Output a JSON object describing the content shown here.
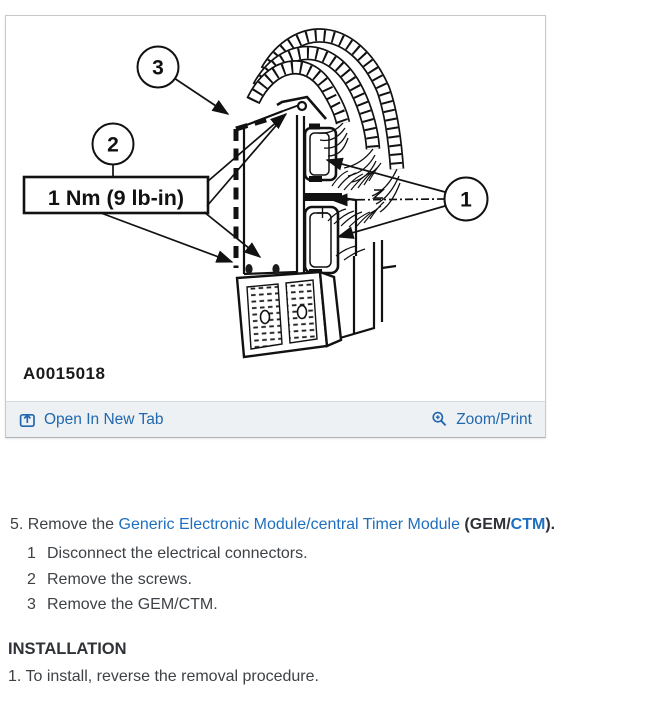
{
  "figure": {
    "id": "A0015018",
    "torque_label": "1 Nm (9 lb-in)",
    "callouts": [
      {
        "number": "1"
      },
      {
        "number": "2"
      },
      {
        "number": "3"
      }
    ],
    "footer": {
      "open_in_new_tab": "Open In New Tab",
      "zoom_print": "Zoom/Print"
    }
  },
  "procedure": {
    "removal_step": {
      "prefix": "5. Remove the ",
      "link_text": "Generic Electronic Module/central Timer Module",
      "paren_open": " (",
      "gem": "GEM/",
      "ctm": "CTM",
      "paren_close": ")."
    },
    "substeps": [
      {
        "num": "1",
        "text": "Disconnect the electrical connectors."
      },
      {
        "num": "2",
        "text": "Remove the screws."
      },
      {
        "num": "3",
        "text": "Remove the GEM/CTM."
      }
    ],
    "installation": {
      "heading": "INSTALLATION",
      "step": "1. To install, reverse the removal procedure."
    }
  },
  "colors": {
    "doc_link_blue": "#1e6fc0",
    "footer_link_blue": "#2168ae",
    "body_text": "#3e4246",
    "footer_bg": "#eef1f4",
    "drawing_ink": "#111111"
  }
}
